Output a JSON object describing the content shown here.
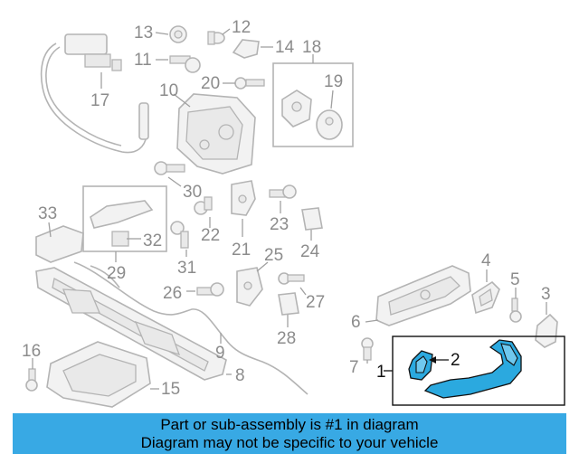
{
  "diagram": {
    "highlight_color": "#2ba9df",
    "callouts": [
      {
        "id": "c1",
        "text": "1"
      },
      {
        "id": "c2",
        "text": "2"
      },
      {
        "id": "c3",
        "text": "3"
      },
      {
        "id": "c4",
        "text": "4"
      },
      {
        "id": "c5",
        "text": "5"
      },
      {
        "id": "c6",
        "text": "6"
      },
      {
        "id": "c7",
        "text": "7"
      },
      {
        "id": "c8",
        "text": "8"
      },
      {
        "id": "c9",
        "text": "9"
      },
      {
        "id": "c10",
        "text": "10"
      },
      {
        "id": "c11",
        "text": "11"
      },
      {
        "id": "c12",
        "text": "12"
      },
      {
        "id": "c13",
        "text": "13"
      },
      {
        "id": "c14",
        "text": "14"
      },
      {
        "id": "c15",
        "text": "15"
      },
      {
        "id": "c16",
        "text": "16"
      },
      {
        "id": "c17",
        "text": "17"
      },
      {
        "id": "c18",
        "text": "18"
      },
      {
        "id": "c19",
        "text": "19"
      },
      {
        "id": "c20",
        "text": "20"
      },
      {
        "id": "c21",
        "text": "21"
      },
      {
        "id": "c22",
        "text": "22"
      },
      {
        "id": "c23",
        "text": "23"
      },
      {
        "id": "c24",
        "text": "24"
      },
      {
        "id": "c25",
        "text": "25"
      },
      {
        "id": "c26",
        "text": "26"
      },
      {
        "id": "c27",
        "text": "27"
      },
      {
        "id": "c28",
        "text": "28"
      },
      {
        "id": "c29",
        "text": "29"
      },
      {
        "id": "c30",
        "text": "30"
      },
      {
        "id": "c31",
        "text": "31"
      },
      {
        "id": "c32",
        "text": "32"
      },
      {
        "id": "c33",
        "text": "33"
      }
    ]
  },
  "banner": {
    "line1": "Part or sub-assembly is #1 in diagram",
    "line2": "Diagram may not be specific to your vehicle",
    "background": "#38a9e4"
  }
}
